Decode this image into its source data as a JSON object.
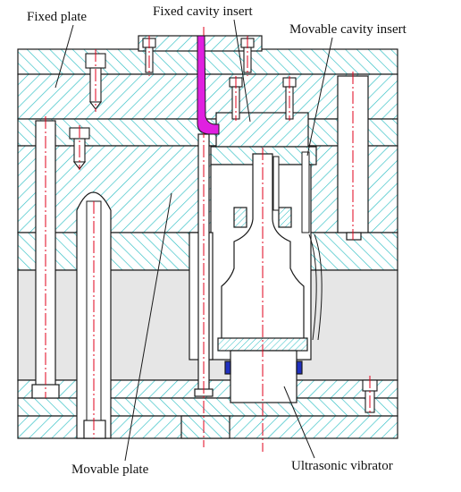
{
  "labels": {
    "fixed_plate": "Fixed plate",
    "fixed_cavity_insert": "Fixed cavity insert",
    "movable_cavity_insert": "Movable cavity insert",
    "movable_plate": "Movable plate",
    "ultrasonic_vibrator": "Ultrasonic vibrator"
  },
  "colors": {
    "hatch": "#2fbfc4",
    "outline": "#1a1a1a",
    "centerline": "#e0001b",
    "melt": "#e020e0",
    "seal": "#2030c0",
    "void": "#e6e6e6",
    "background": "#ffffff"
  }
}
